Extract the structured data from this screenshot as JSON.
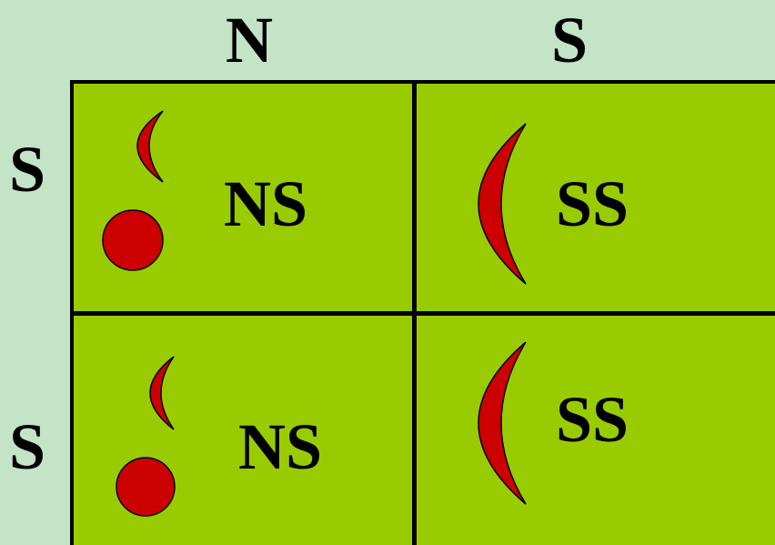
{
  "columns": [
    "N",
    "S"
  ],
  "rows": [
    "S",
    "S"
  ],
  "cells": [
    [
      "NS",
      "SS"
    ],
    [
      "NS",
      "SS"
    ]
  ],
  "colors": {
    "background": "#c3e4c6",
    "cell_fill": "#99cc00",
    "shape_fill": "#cc0000",
    "line": "#000000"
  }
}
